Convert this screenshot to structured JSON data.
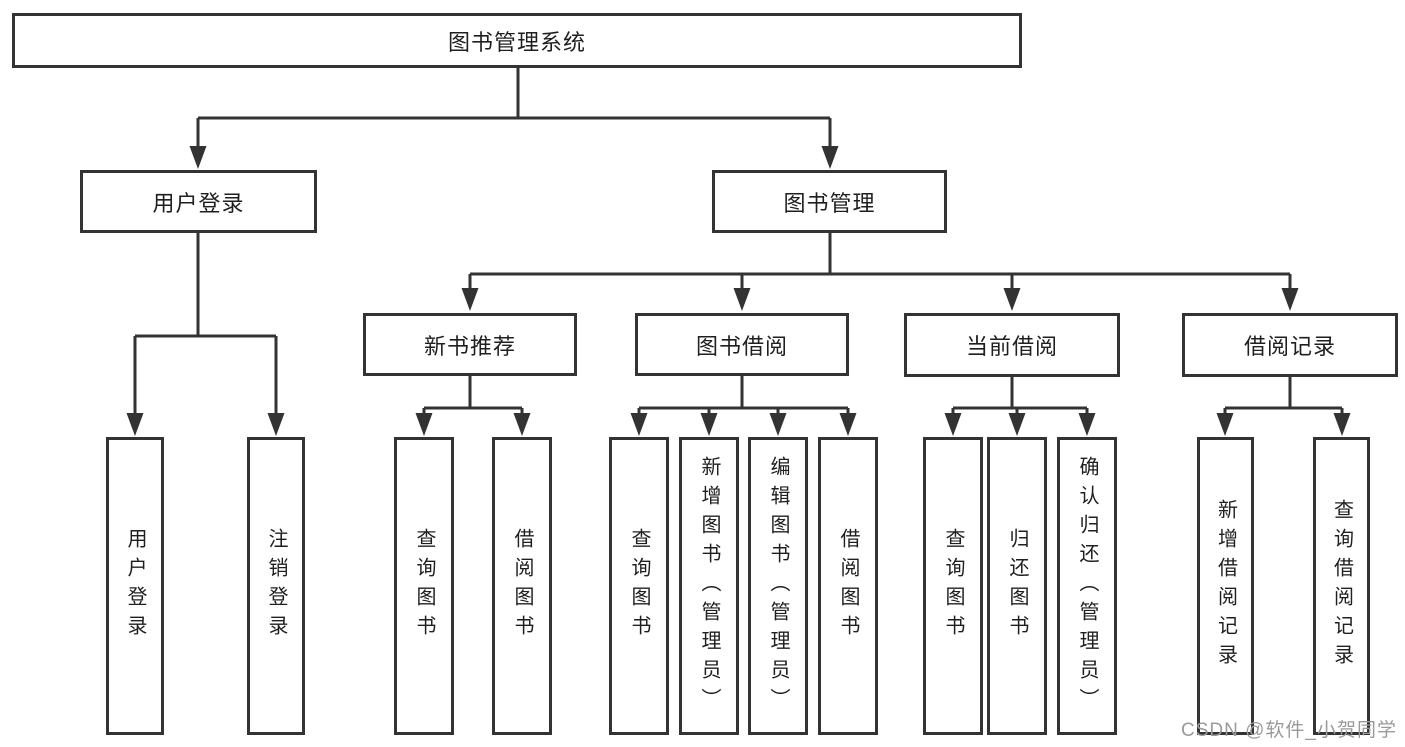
{
  "tree": {
    "root": {
      "label": "图书管理系统"
    },
    "l2": [
      {
        "label": "用户登录",
        "parent": "图书管理系统"
      },
      {
        "label": "图书管理",
        "parent": "图书管理系统"
      }
    ],
    "l3": [
      {
        "label": "新书推荐",
        "parent": "图书管理"
      },
      {
        "label": "图书借阅",
        "parent": "图书管理"
      },
      {
        "label": "当前借阅",
        "parent": "图书管理"
      },
      {
        "label": "借阅记录",
        "parent": "图书管理"
      }
    ],
    "leaves": [
      {
        "label": "用户登录",
        "parent": "用户登录"
      },
      {
        "label": "注销登录",
        "parent": "用户登录"
      },
      {
        "label": "查询图书",
        "parent": "新书推荐"
      },
      {
        "label": "借阅图书",
        "parent": "新书推荐"
      },
      {
        "label": "查询图书",
        "parent": "图书借阅"
      },
      {
        "label": "新增图书（管理员）",
        "parent": "图书借阅"
      },
      {
        "label": "编辑图书（管理员）",
        "parent": "图书借阅"
      },
      {
        "label": "借阅图书",
        "parent": "图书借阅"
      },
      {
        "label": "查询图书",
        "parent": "当前借阅"
      },
      {
        "label": "归还图书",
        "parent": "当前借阅"
      },
      {
        "label": "确认归还（管理员）",
        "parent": "当前借阅"
      },
      {
        "label": "新增借阅记录",
        "parent": "借阅记录"
      },
      {
        "label": "查询借阅记录",
        "parent": "借阅记录"
      }
    ]
  },
  "watermark": {
    "text": "CSDN @软件_小贺同学",
    "color": "#9a9a9a"
  },
  "colors": {
    "line": "#333333",
    "box_border": "#333333",
    "text": "#1f1f1f",
    "background": "#ffffff",
    "watermark": "#9a9a9a"
  }
}
